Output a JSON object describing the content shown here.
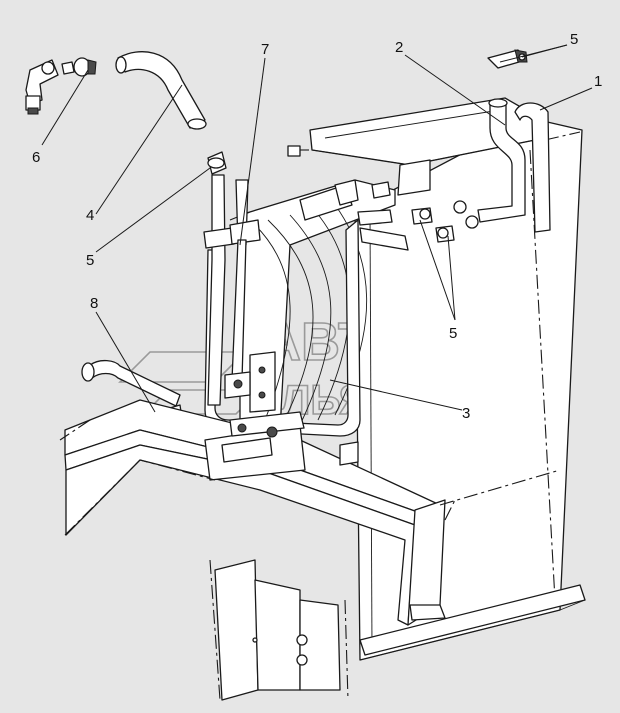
{
  "callouts": [
    {
      "id": "c1",
      "label": "1"
    },
    {
      "id": "c2",
      "label": "2"
    },
    {
      "id": "c3",
      "label": "3"
    },
    {
      "id": "c4",
      "label": "4"
    },
    {
      "id": "c5a",
      "label": "5"
    },
    {
      "id": "c5b",
      "label": "5"
    },
    {
      "id": "c5c",
      "label": "5"
    },
    {
      "id": "c6",
      "label": "6"
    },
    {
      "id": "c7",
      "label": "7"
    },
    {
      "id": "c8",
      "label": "8"
    }
  ],
  "watermark": {
    "line1": "АВТО",
    "line2": "АЛЬЯНС"
  },
  "colors": {
    "background": "#e6e6e6",
    "line": "#1a1a1a",
    "part_fill": "#ffffff",
    "watermark": "#9a9a9a"
  }
}
